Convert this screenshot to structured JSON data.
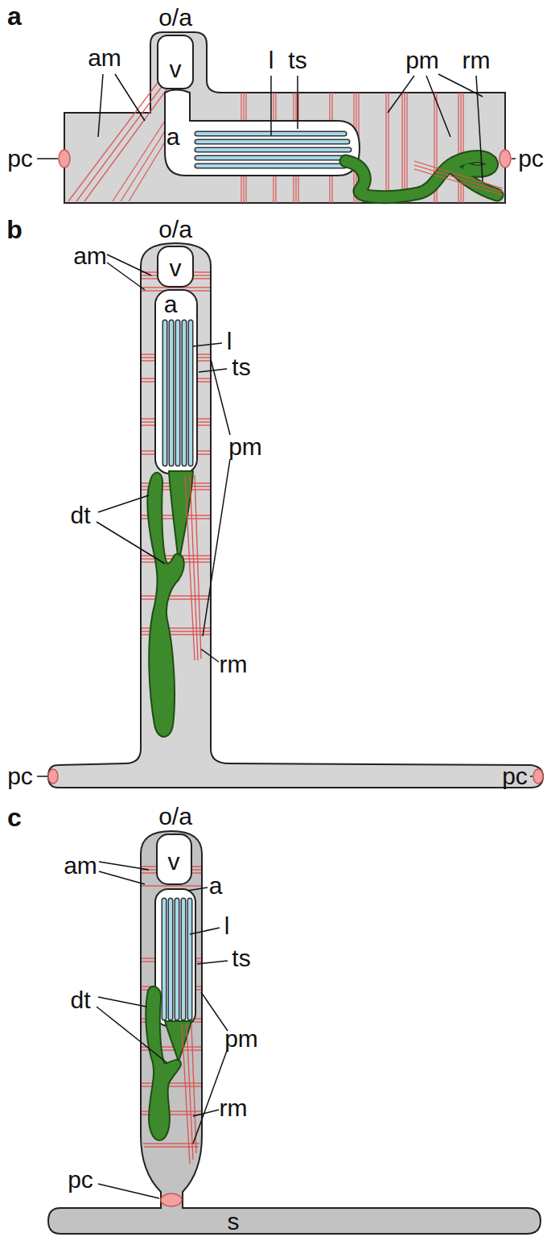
{
  "diagram": {
    "labels": [
      "a",
      "o/a",
      "am",
      "v",
      "a",
      "l",
      "ts",
      "pm",
      "rm",
      "pc",
      "pc",
      "b",
      "o/a",
      "am",
      "v",
      "a",
      "l",
      "ts",
      "pm",
      "dt",
      "rm",
      "pc",
      "pc",
      "c",
      "o/a",
      "am",
      "v",
      "a",
      "l",
      "ts",
      "dt",
      "pm",
      "rm",
      "pc",
      "s"
    ]
  }
}
